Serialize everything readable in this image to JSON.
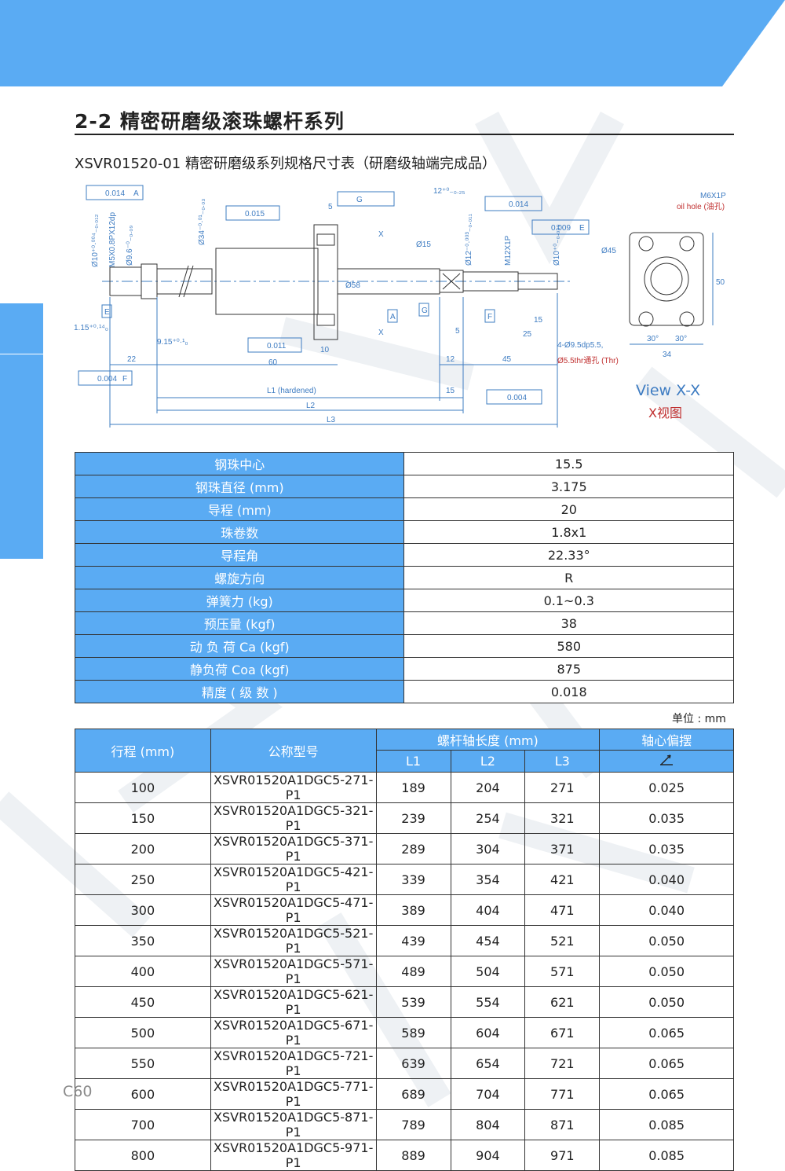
{
  "page": {
    "number": "C60",
    "accent": "#5aabf3"
  },
  "header": {
    "section_title": "2-2 精密研磨级滚珠螺杆系列",
    "subtitle": "XSVR01520-01 精密研磨级系列规格尺寸表（研磨级轴端完成品）"
  },
  "drawing": {
    "view_title": "View X-X",
    "view_sub": "X视图",
    "labels": {
      "tol_a_left": "0.014",
      "datum_a": "A",
      "tol_015": "0.015",
      "phi10": "Ø10⁺⁰·⁰⁰⁴₋₀.₀₁₂",
      "m5": "M5X0.8PX12dp",
      "phi96": "Ø9.6⁻⁰₋₀.₀₉",
      "phi34": "Ø34⁻⁰·⁰¹₋₀.₀₃",
      "dim5": "5",
      "g_datum": "G",
      "x_top": "X",
      "x_bot": "X",
      "dim12": "12⁺⁰₋₀.₂₅",
      "phi15": "Ø15",
      "phi12": "Ø12⁻⁰·⁰⁰³₋₀.₀₁₁",
      "m12": "M12X1P",
      "phi10r": "Ø10⁺⁰₋₀.₀₀₉",
      "tol_a_right": "0.014",
      "tol_e_009": "0.009",
      "datum_e": "E",
      "datum_f": "F",
      "datum_g": "G",
      "datum_a2": "A",
      "phi58": "Ø58",
      "dim115": "1.15⁺⁰·¹⁴₀",
      "dim915": "9.15⁺⁰·¹₀",
      "dim22": "22",
      "dim60": "60",
      "tol_011": "0.011",
      "dim10": "10",
      "dim5b": "5",
      "dim25": "25",
      "dim15": "15",
      "dim12b": "12",
      "dim45": "45",
      "tol_f_004": "0.004",
      "datum_f2": "F",
      "l1": "L1 (hardened)",
      "dim15b": "15",
      "tol_e_004": "0.004",
      "datum_e2": "E",
      "l2": "L2",
      "l3": "L3",
      "m6": "M6X1P",
      "oil": "oil hole (油孔)",
      "phi45": "Ø45",
      "dim50": "50",
      "holes1": "4-Ø9.5dp5.5,",
      "holes2": "Ø5.5thr通孔 (Thr)",
      "ang1": "30°",
      "ang2": "30°",
      "dim34": "34"
    }
  },
  "spec_table": [
    {
      "label": "钢珠中心",
      "value": "15.5"
    },
    {
      "label": "钢珠直径 (mm)",
      "value": "3.175"
    },
    {
      "label": "导程 (mm)",
      "value": "20"
    },
    {
      "label": "珠卷数",
      "value": "1.8x1"
    },
    {
      "label": "导程角",
      "value": "22.33°"
    },
    {
      "label": "螺旋方向",
      "value": "R"
    },
    {
      "label": "弹簧力 (kg)",
      "value": "0.1~0.3"
    },
    {
      "label": "预压量 (kgf)",
      "value": "38"
    },
    {
      "label": "动 负 荷 Ca (kgf)",
      "value": "580"
    },
    {
      "label": "静负荷 Coa (kgf)",
      "value": "875"
    },
    {
      "label": "精度 ( 级 数 )",
      "value": "0.018"
    }
  ],
  "unit_note": "单位 : mm",
  "dims_table": {
    "headers": {
      "stroke": "行程 (mm)",
      "model": "公称型号",
      "length_group": "螺杆轴长度 (mm)",
      "l1": "L1",
      "l2": "L2",
      "l3": "L3",
      "runout": "轴心偏摆",
      "runout_icon": "runout-symbol-icon"
    },
    "rows": [
      [
        "100",
        "XSVR01520A1DGC5-271-P1",
        "189",
        "204",
        "271",
        "0.025"
      ],
      [
        "150",
        "XSVR01520A1DGC5-321-P1",
        "239",
        "254",
        "321",
        "0.035"
      ],
      [
        "200",
        "XSVR01520A1DGC5-371-P1",
        "289",
        "304",
        "371",
        "0.035"
      ],
      [
        "250",
        "XSVR01520A1DGC5-421-P1",
        "339",
        "354",
        "421",
        "0.040"
      ],
      [
        "300",
        "XSVR01520A1DGC5-471-P1",
        "389",
        "404",
        "471",
        "0.040"
      ],
      [
        "350",
        "XSVR01520A1DGC5-521-P1",
        "439",
        "454",
        "521",
        "0.050"
      ],
      [
        "400",
        "XSVR01520A1DGC5-571-P1",
        "489",
        "504",
        "571",
        "0.050"
      ],
      [
        "450",
        "XSVR01520A1DGC5-621-P1",
        "539",
        "554",
        "621",
        "0.050"
      ],
      [
        "500",
        "XSVR01520A1DGC5-671-P1",
        "589",
        "604",
        "671",
        "0.065"
      ],
      [
        "550",
        "XSVR01520A1DGC5-721-P1",
        "639",
        "654",
        "721",
        "0.065"
      ],
      [
        "600",
        "XSVR01520A1DGC5-771-P1",
        "689",
        "704",
        "771",
        "0.065"
      ],
      [
        "700",
        "XSVR01520A1DGC5-871-P1",
        "789",
        "804",
        "871",
        "0.085"
      ],
      [
        "800",
        "XSVR01520A1DGC5-971-P1",
        "889",
        "904",
        "971",
        "0.085"
      ]
    ]
  }
}
